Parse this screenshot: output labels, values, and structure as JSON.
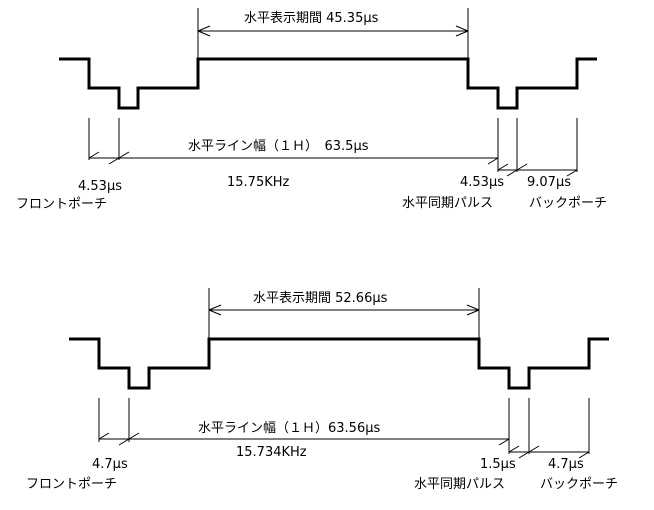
{
  "diagrams": [
    {
      "active_period": "水平表示期間 45.35μs",
      "line_period": "水平ライン幅（１Ｈ）　63.5μs",
      "frequency": "15.75KHz",
      "front_porch_time": "4.53μs",
      "front_porch_label": "フロントポーチ",
      "sync_time": "4.53μs",
      "sync_label": "水平同期パルス",
      "back_porch_time": "9.07μs",
      "back_porch_label": "バックポーチ"
    },
    {
      "active_period": "水平表示期間 52.66μs",
      "line_period": "水平ライン幅（１Ｈ）63.56μs",
      "frequency": "15.734KHz",
      "front_porch_time": "4.7μs",
      "front_porch_label": "フロントポーチ",
      "sync_time": "1.5μs",
      "sync_label": "水平同期パルス",
      "back_porch_time": "4.7μs",
      "back_porch_label": "バックポーチ"
    }
  ]
}
